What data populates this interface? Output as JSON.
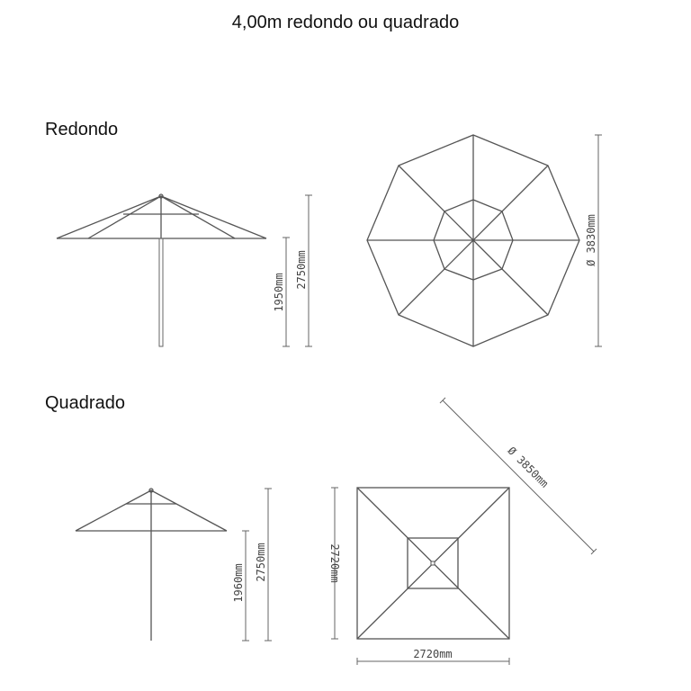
{
  "title": "4,00m redondo ou quadrado",
  "sections": {
    "round": {
      "label": "Redondo",
      "pole_height": "1950mm",
      "total_height": "2750mm",
      "diameter": "Ø 3830mm"
    },
    "square": {
      "label": "Quadrado",
      "pole_height": "1960mm",
      "total_height": "2750mm",
      "diagonal": "Ø 3850mm",
      "side_vertical": "2720mm",
      "side_horizontal": "2720mm"
    }
  }
}
